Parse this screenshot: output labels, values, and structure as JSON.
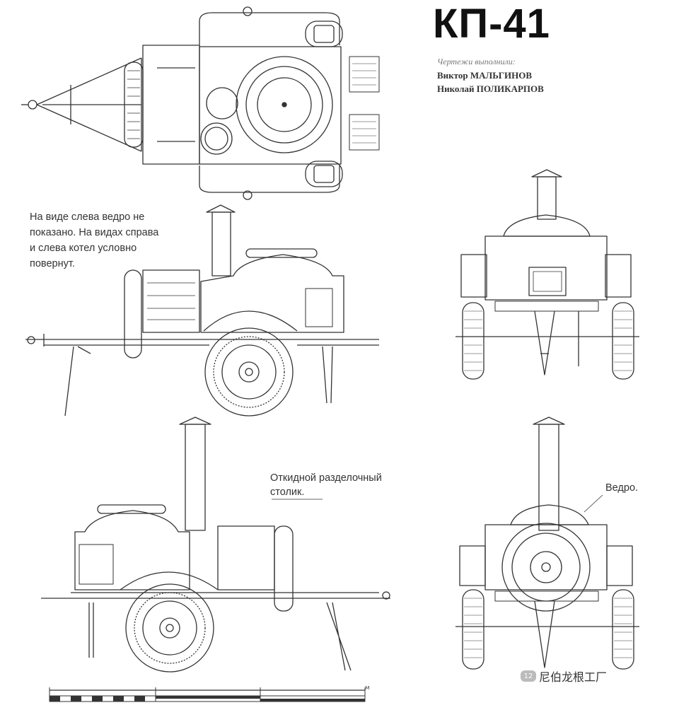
{
  "title": "КП-41",
  "credits": {
    "intro": "Чертежи выполнили:",
    "authors": [
      "Виктор МАЛЬГИНОВ",
      "Николай ПОЛИКАРПОВ"
    ]
  },
  "note_lines": [
    "На виде слева ведро не",
    "показано. На видах справа",
    "и слева котел условно",
    "повернут."
  ],
  "label_table": [
    "Откидной разделочный",
    "столик."
  ],
  "label_bucket": "Ведро.",
  "scale_unit": "м",
  "watermark": "尼伯龙根工厂",
  "watermark_badge": "12"
}
